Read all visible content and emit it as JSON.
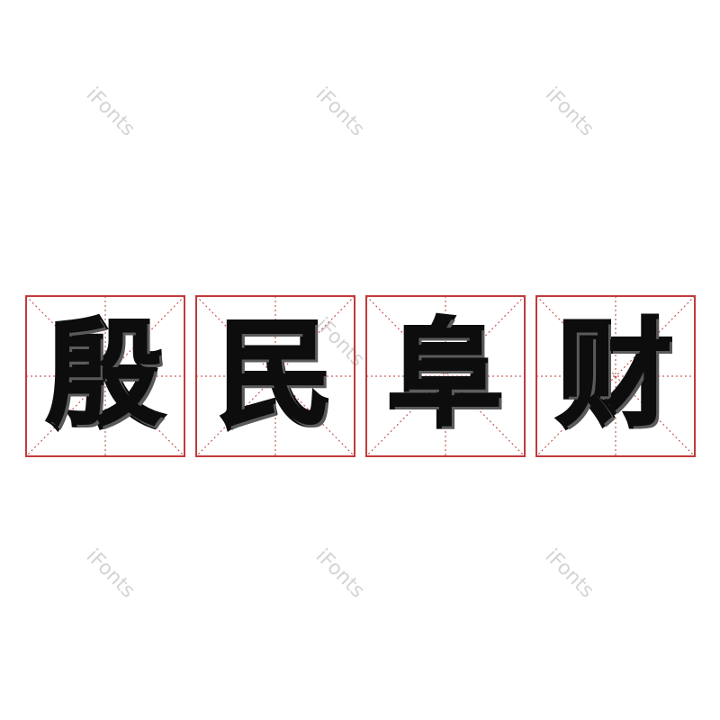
{
  "watermark": "iFonts",
  "characters": [
    "殷",
    "民",
    "阜",
    "财"
  ],
  "colors": {
    "grid": "#c23a3a",
    "glyph": "#0d0d0d",
    "watermark": "#d4d4d4",
    "background": "#ffffff"
  }
}
